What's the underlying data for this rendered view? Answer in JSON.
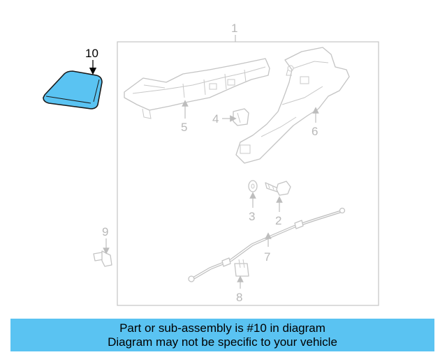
{
  "callouts": [
    "1",
    "2",
    "3",
    "4",
    "5",
    "6",
    "7",
    "8",
    "9",
    "10"
  ],
  "highlighted_part": "10",
  "colors": {
    "highlight": "#5ac3f2",
    "banner": "#5ac3f2",
    "lines": "#c4c4c4"
  },
  "banner": {
    "line1": "Part or sub-assembly is #10 in diagram",
    "line2": "Diagram may not be specific to your vehicle"
  }
}
